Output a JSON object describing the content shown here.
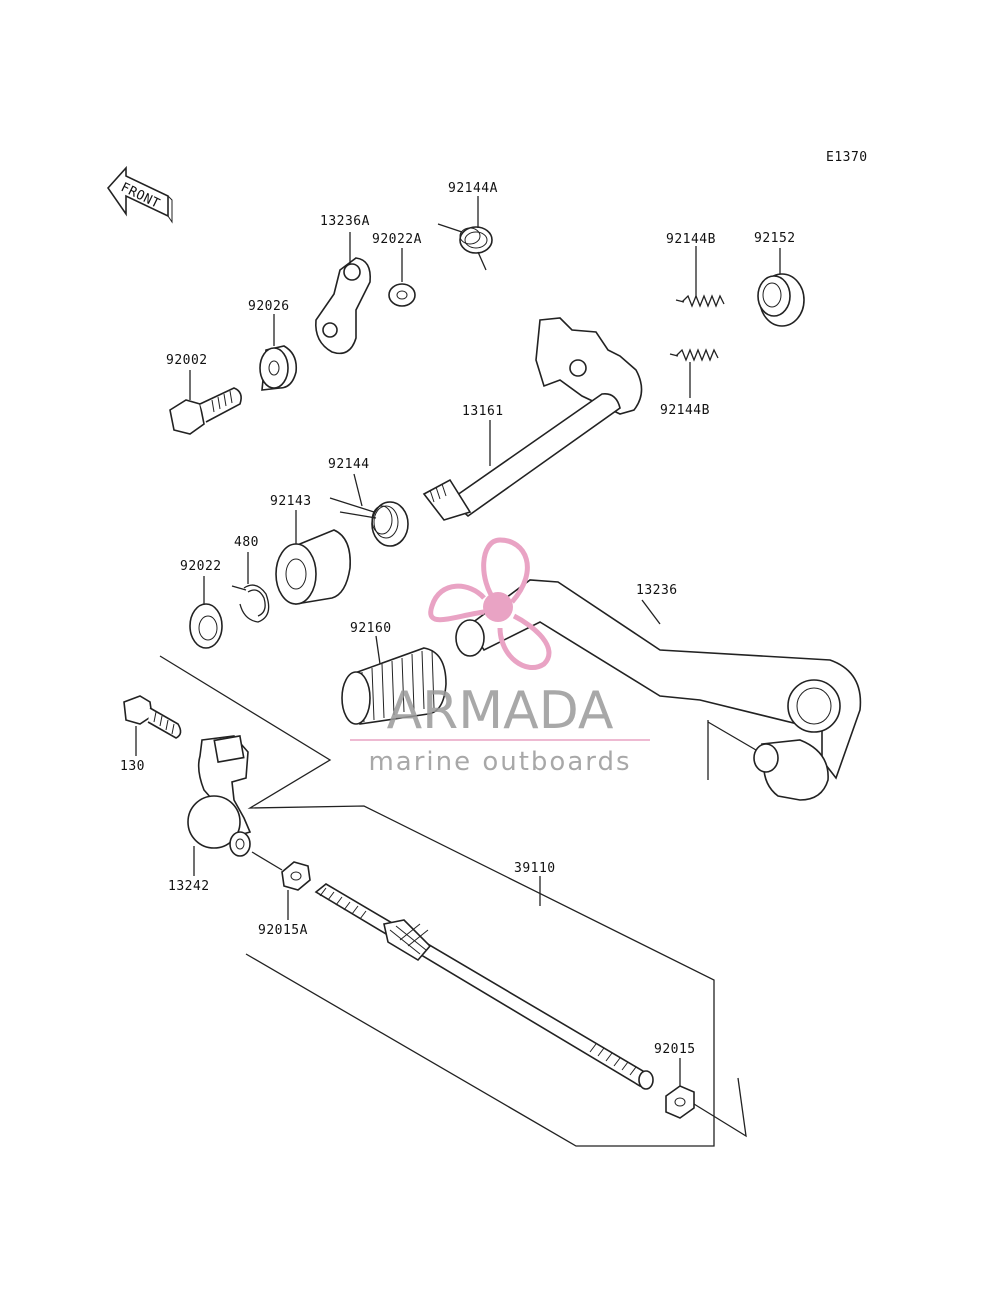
{
  "diagram_code": "E1370",
  "front_label": "FRONT",
  "parts": {
    "p92144A": "92144A",
    "p13236A": "13236A",
    "p92022A": "92022A",
    "p92152": "92152",
    "p92144B_top": "92144B",
    "p92144B_bottom": "92144B",
    "p92026": "92026",
    "p92002": "92002",
    "p13161": "13161",
    "p92144": "92144",
    "p92143": "92143",
    "p480": "480",
    "p92022": "92022",
    "p13236": "13236",
    "p92160": "92160",
    "p130": "130",
    "p13242": "13242",
    "p92015A": "92015A",
    "p39110": "39110",
    "p92015": "92015"
  },
  "watermark": {
    "brand": "ARMADA",
    "tagline": "marine outboards",
    "color": "#e9a3c4"
  }
}
